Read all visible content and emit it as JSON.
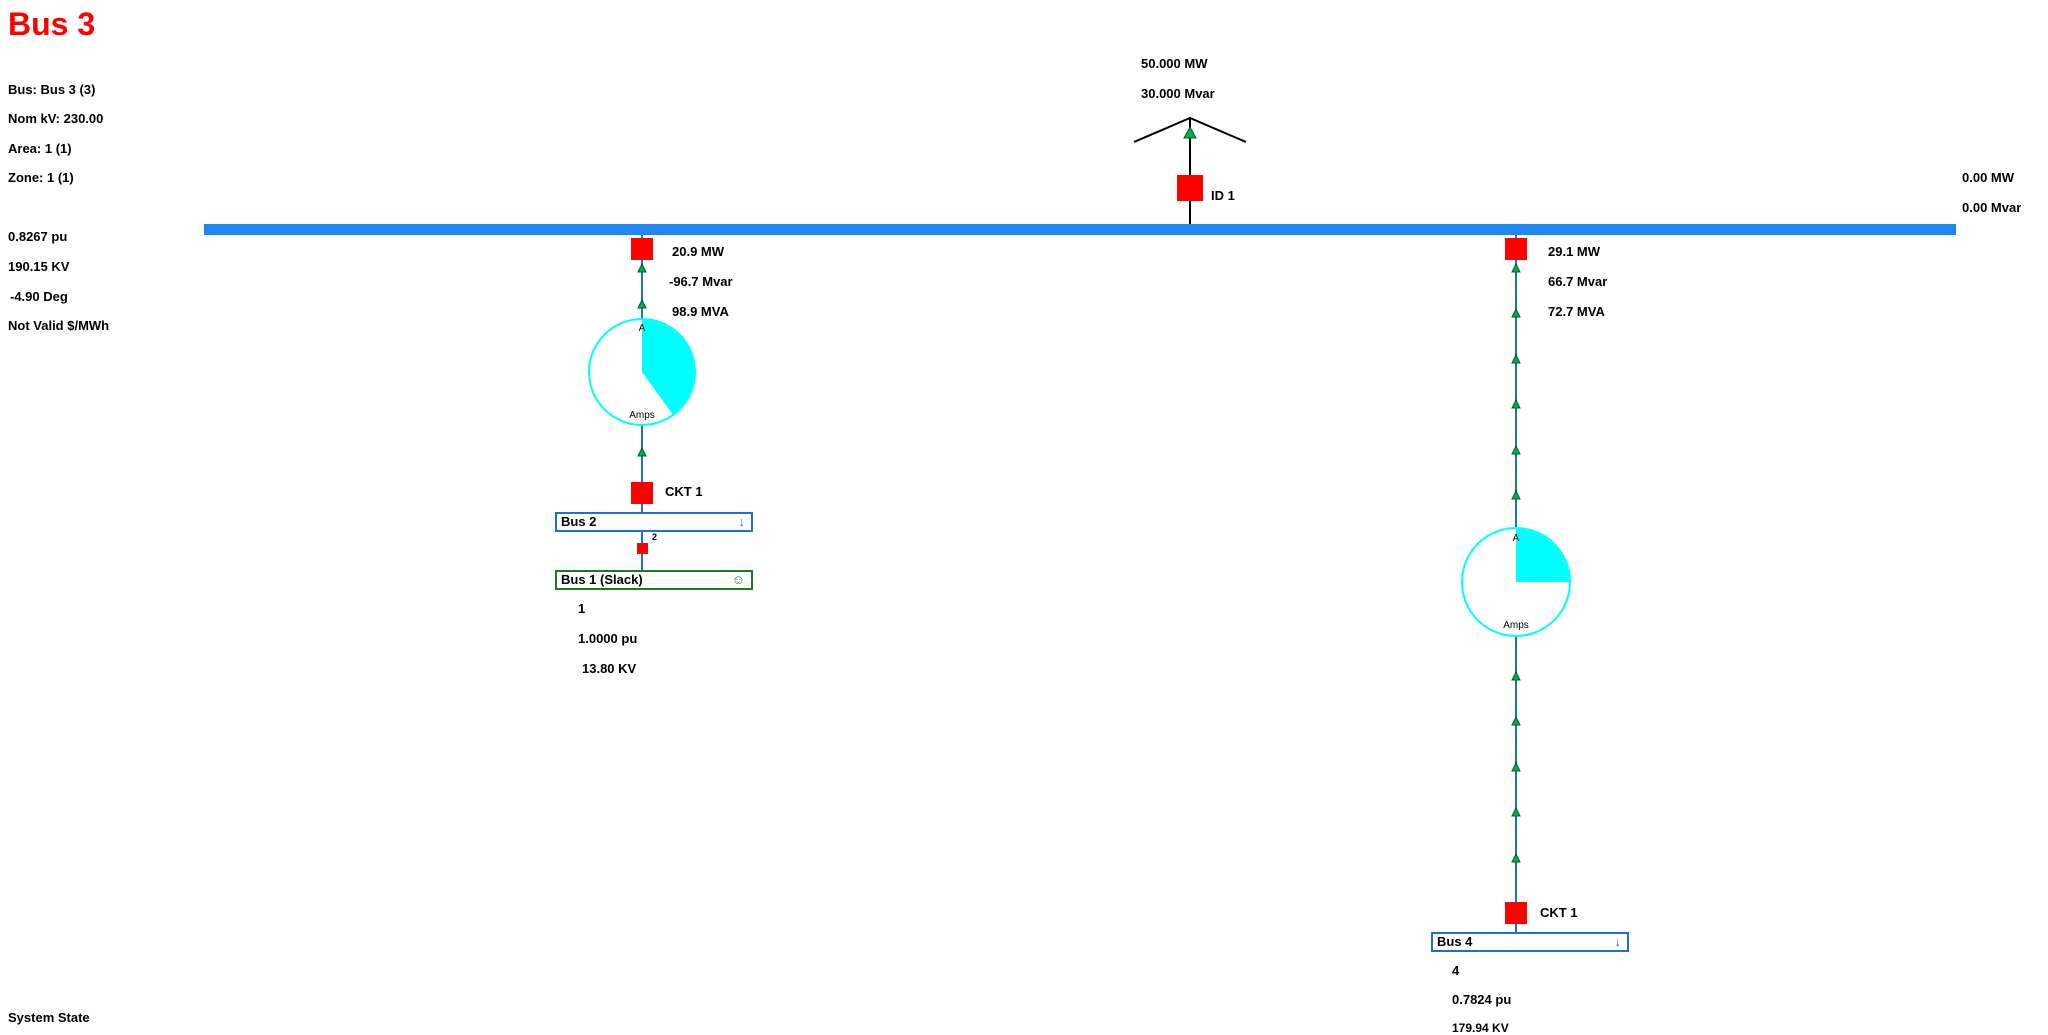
{
  "title": "Bus 3",
  "info": {
    "bus": "Bus: Bus 3 (3)",
    "nom_kv": "Nom kV: 230.00",
    "area": "Area: 1 (1)",
    "zone": "Zone: 1 (1)",
    "pu": "0.8267 pu",
    "kv": "190.15 KV",
    "deg": "-4.90 Deg",
    "price": "Not Valid $/MWh"
  },
  "system_state": "System State",
  "load": {
    "mw": "50.000 MW",
    "mvar": "30.000 Mvar",
    "id": "ID 1"
  },
  "shunt": {
    "mw": "0.00 MW",
    "mvar": "0.00 Mvar"
  },
  "branch_left": {
    "mw": "20.9 MW",
    "mvar": "-96.7 Mvar",
    "mva": "98.9 MVA",
    "gauge_letter": "A",
    "gauge_unit": "Amps",
    "gauge_fill_percent": 40,
    "ckt": "CKT  1"
  },
  "branch_right": {
    "mw": "29.1 MW",
    "mvar": "66.7 Mvar",
    "mva": "72.7 MVA",
    "gauge_letter": "A",
    "gauge_unit": "Amps",
    "gauge_fill_percent": 25,
    "ckt": "CKT  1"
  },
  "bus2": {
    "label": "Bus 2",
    "icon": "↓"
  },
  "bus1": {
    "label": "Bus 1 (Slack)",
    "icon": "☺",
    "tap_label": "2",
    "number": "1",
    "pu": "1.0000 pu",
    "kv": "13.80 KV"
  },
  "bus4": {
    "label": "Bus 4",
    "icon": "↓",
    "number": "4",
    "pu": "0.7824 pu",
    "kv": "179.94 KV"
  },
  "colors": {
    "busbar": "#1e88f0",
    "line": "#1e6fd0",
    "breaker": "#ff0000",
    "gauge": "#00ffff",
    "arrow": "#00b050",
    "bus_outline": "#1e6fd0",
    "slack_outline": "#1f7a1f",
    "title": "#ff0000"
  }
}
